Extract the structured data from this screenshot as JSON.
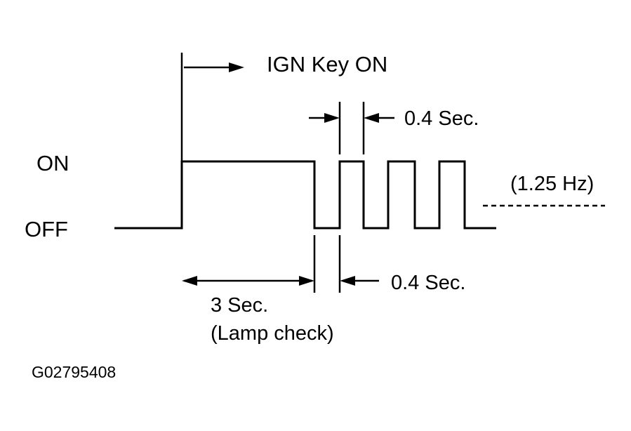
{
  "labels": {
    "ign_key_on": "IGN Key ON",
    "on": "ON",
    "off": "OFF",
    "pulse_width": "0.4 Sec.",
    "gap_width": "0.4 Sec.",
    "frequency": "(1.25 Hz)",
    "lamp_check_duration": "3 Sec.",
    "lamp_check": "(Lamp check)",
    "figure_id": "G02795408"
  },
  "colors": {
    "line": "#000000",
    "background": "#ffffff"
  }
}
